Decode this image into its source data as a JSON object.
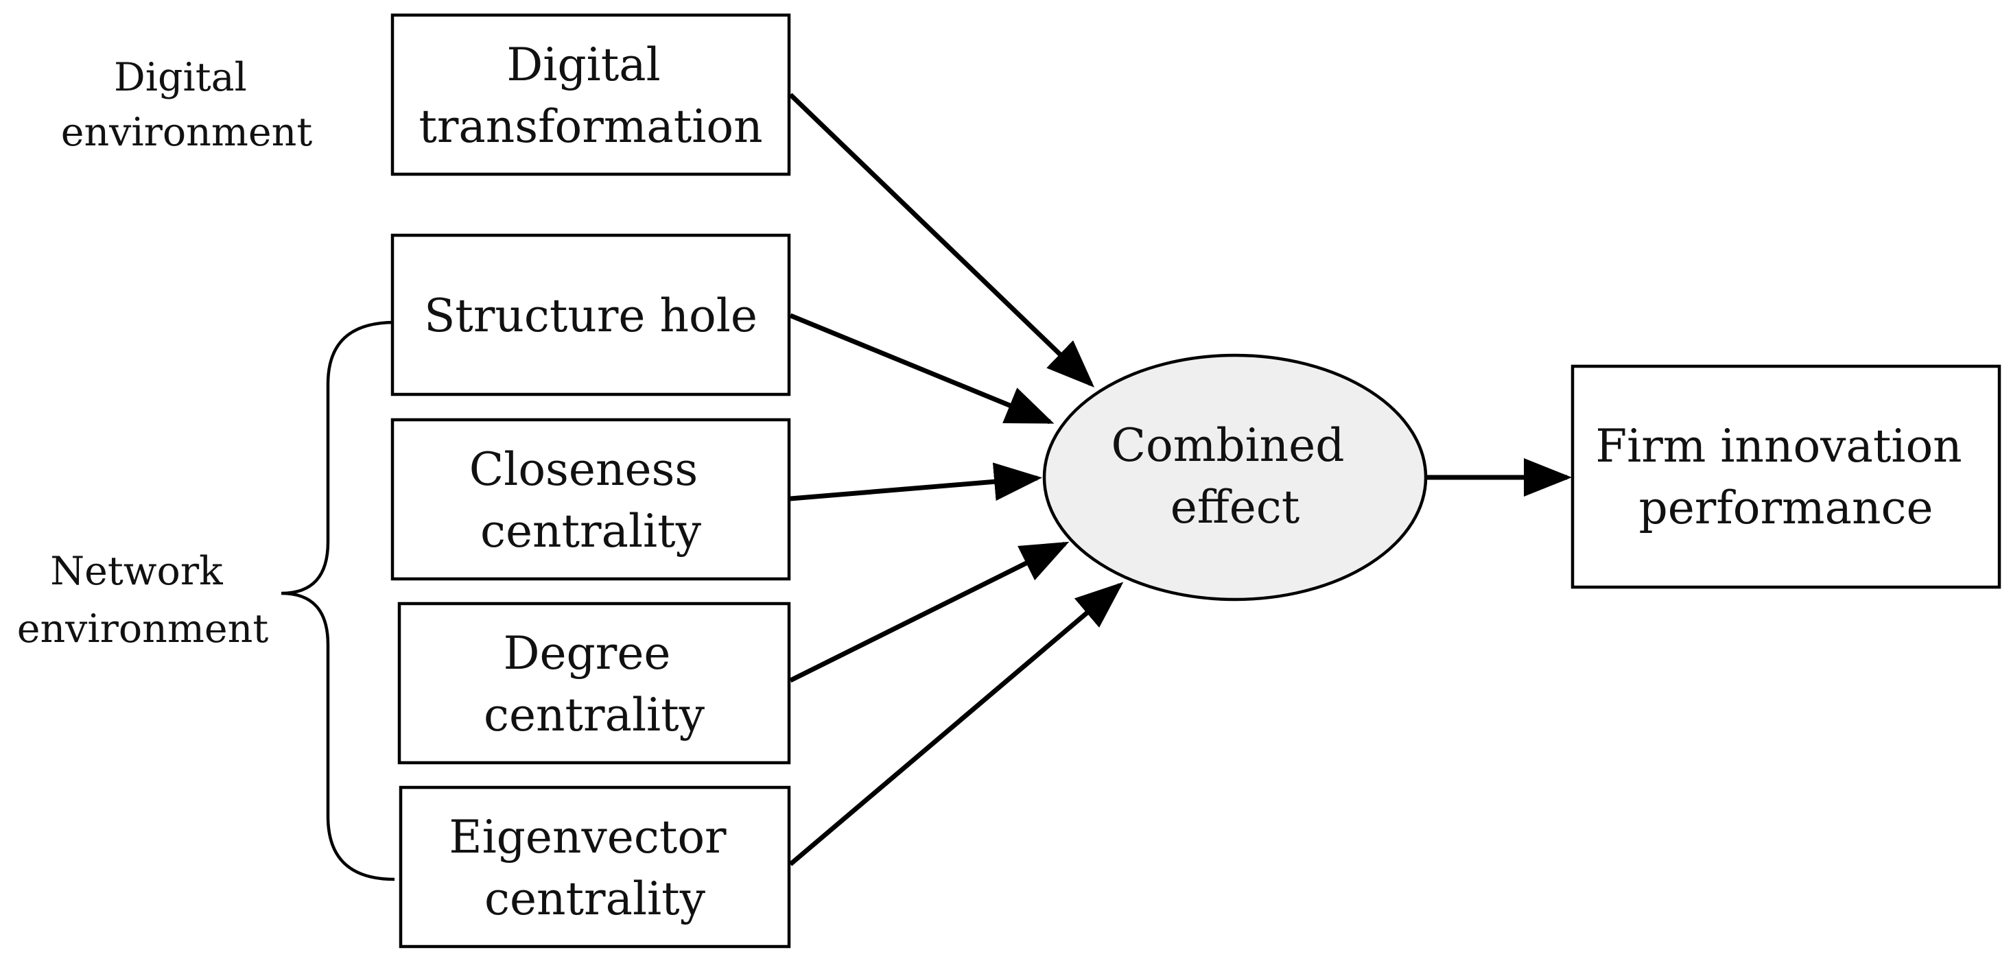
{
  "side_labels": {
    "digital": {
      "line1": "Digital",
      "line2": "environment"
    },
    "network": {
      "line1": "Network",
      "line2": "environment"
    }
  },
  "boxes": {
    "digital_transformation": {
      "line1": "Digital",
      "line2": "transformation"
    },
    "structure_hole": {
      "line1": "Structure hole"
    },
    "closeness_centrality": {
      "line1": "Closeness",
      "line2": "centrality"
    },
    "degree_centrality": {
      "line1": "Degree",
      "line2": "centrality"
    },
    "eigenvector_centrality": {
      "line1": "Eigenvector",
      "line2": "centrality"
    },
    "firm_innovation_performance": {
      "line1": "Firm innovation",
      "line2": "performance"
    }
  },
  "center_node": {
    "line1": "Combined",
    "line2": "effect",
    "fill": "#efefef"
  }
}
